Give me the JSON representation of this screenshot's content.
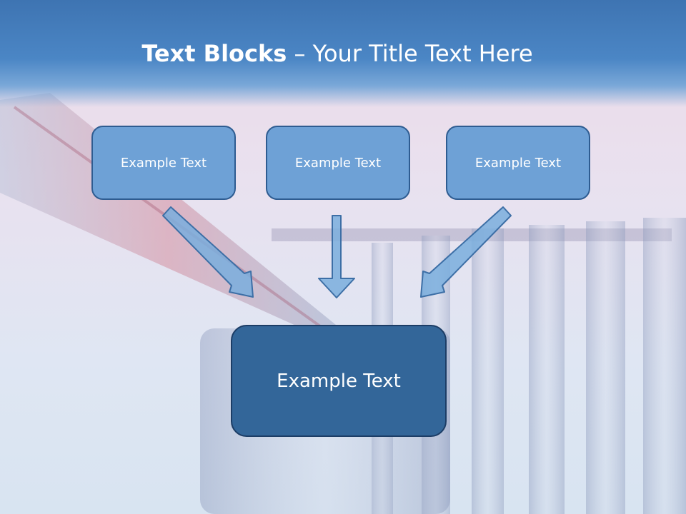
{
  "slide": {
    "title_bold": "Text Blocks",
    "title_dash": " – ",
    "title_rest": "Your Title Text Here",
    "top_boxes": [
      {
        "label": "Example Text"
      },
      {
        "label": "Example Text"
      },
      {
        "label": "Example Text"
      }
    ],
    "bottom_box": {
      "label": "Example Text"
    }
  },
  "colors": {
    "header": "#4b86c5",
    "top_box_fill": "#6ea1d6",
    "top_box_border": "#2e5c91",
    "bottom_box_fill": "#336699",
    "arrow_fill": "#7aaedd",
    "arrow_stroke": "#3d6fa6"
  }
}
